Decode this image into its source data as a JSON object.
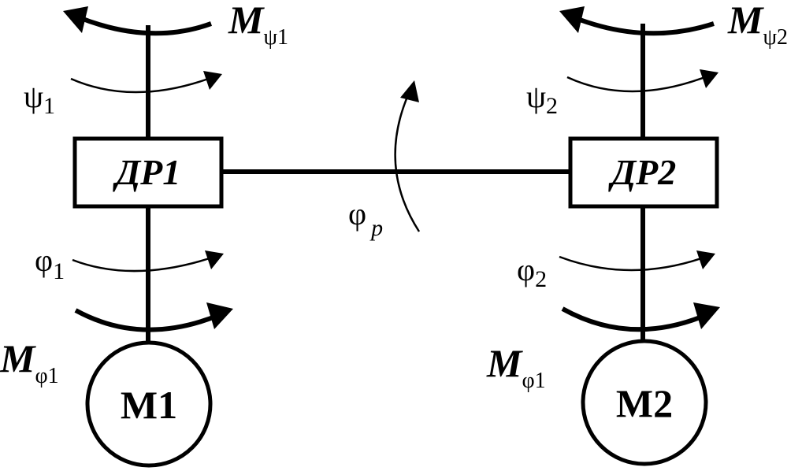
{
  "blocks": {
    "dr1": "ДР1",
    "dr2": "ДР2",
    "m1": "М1",
    "m2": "М2"
  },
  "labels": {
    "M_letter": "M",
    "psi_sym": "ψ",
    "phi_sym": "φ",
    "sub_1": "1",
    "sub_2": "2",
    "sub_p": "p"
  },
  "colors": {
    "stroke": "#000000",
    "background": "#ffffff"
  }
}
